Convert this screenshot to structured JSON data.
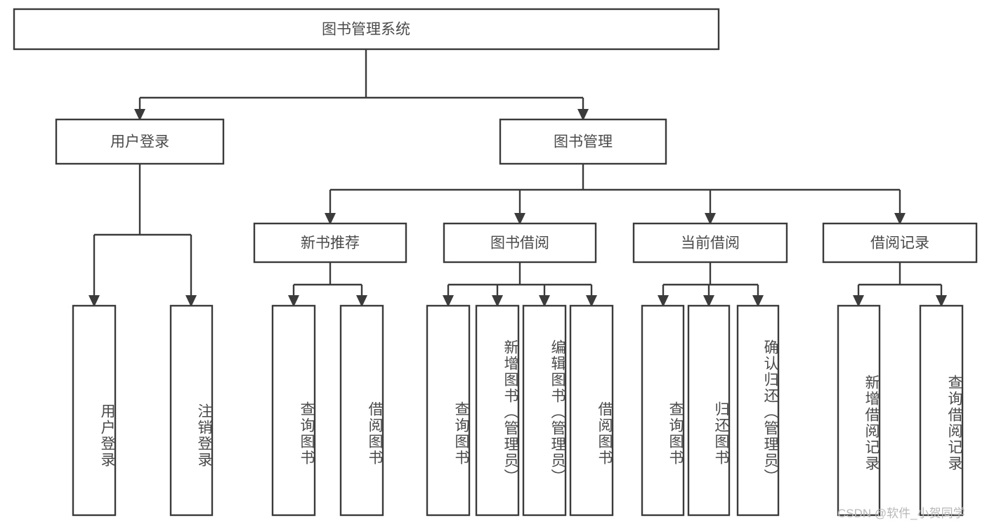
{
  "diagram": {
    "type": "tree",
    "title": "图书管理系统",
    "watermark": "CSDN @软件_小贺同学",
    "colors": {
      "stroke": "#3b3b3b",
      "text": "#4a4a4a",
      "background": "#ffffff",
      "watermark": "#b8b8b8"
    },
    "levels": {
      "root": {
        "label": "图书管理系统"
      },
      "level2": [
        {
          "label": "用户登录"
        },
        {
          "label": "图书管理"
        }
      ],
      "level3": [
        {
          "label": "新书推荐"
        },
        {
          "label": "图书借阅"
        },
        {
          "label": "当前借阅"
        },
        {
          "label": "借阅记录"
        }
      ],
      "leaves": {
        "user_login": [
          {
            "label": "用户登录"
          },
          {
            "label": "注销登录"
          }
        ],
        "new_book_recommend": [
          {
            "label": "查询图书"
          },
          {
            "label": "借阅图书"
          }
        ],
        "book_borrow": [
          {
            "label": "查询图书"
          },
          {
            "label": "新增图书（管理员）"
          },
          {
            "label": "编辑图书（管理员）"
          },
          {
            "label": "借阅图书"
          }
        ],
        "current_borrow": [
          {
            "label": "查询图书"
          },
          {
            "label": "归还图书"
          },
          {
            "label": "确认归还（管理员）"
          }
        ],
        "borrow_record": [
          {
            "label": "新增借阅记录"
          },
          {
            "label": "查询借阅记录"
          }
        ]
      }
    }
  }
}
